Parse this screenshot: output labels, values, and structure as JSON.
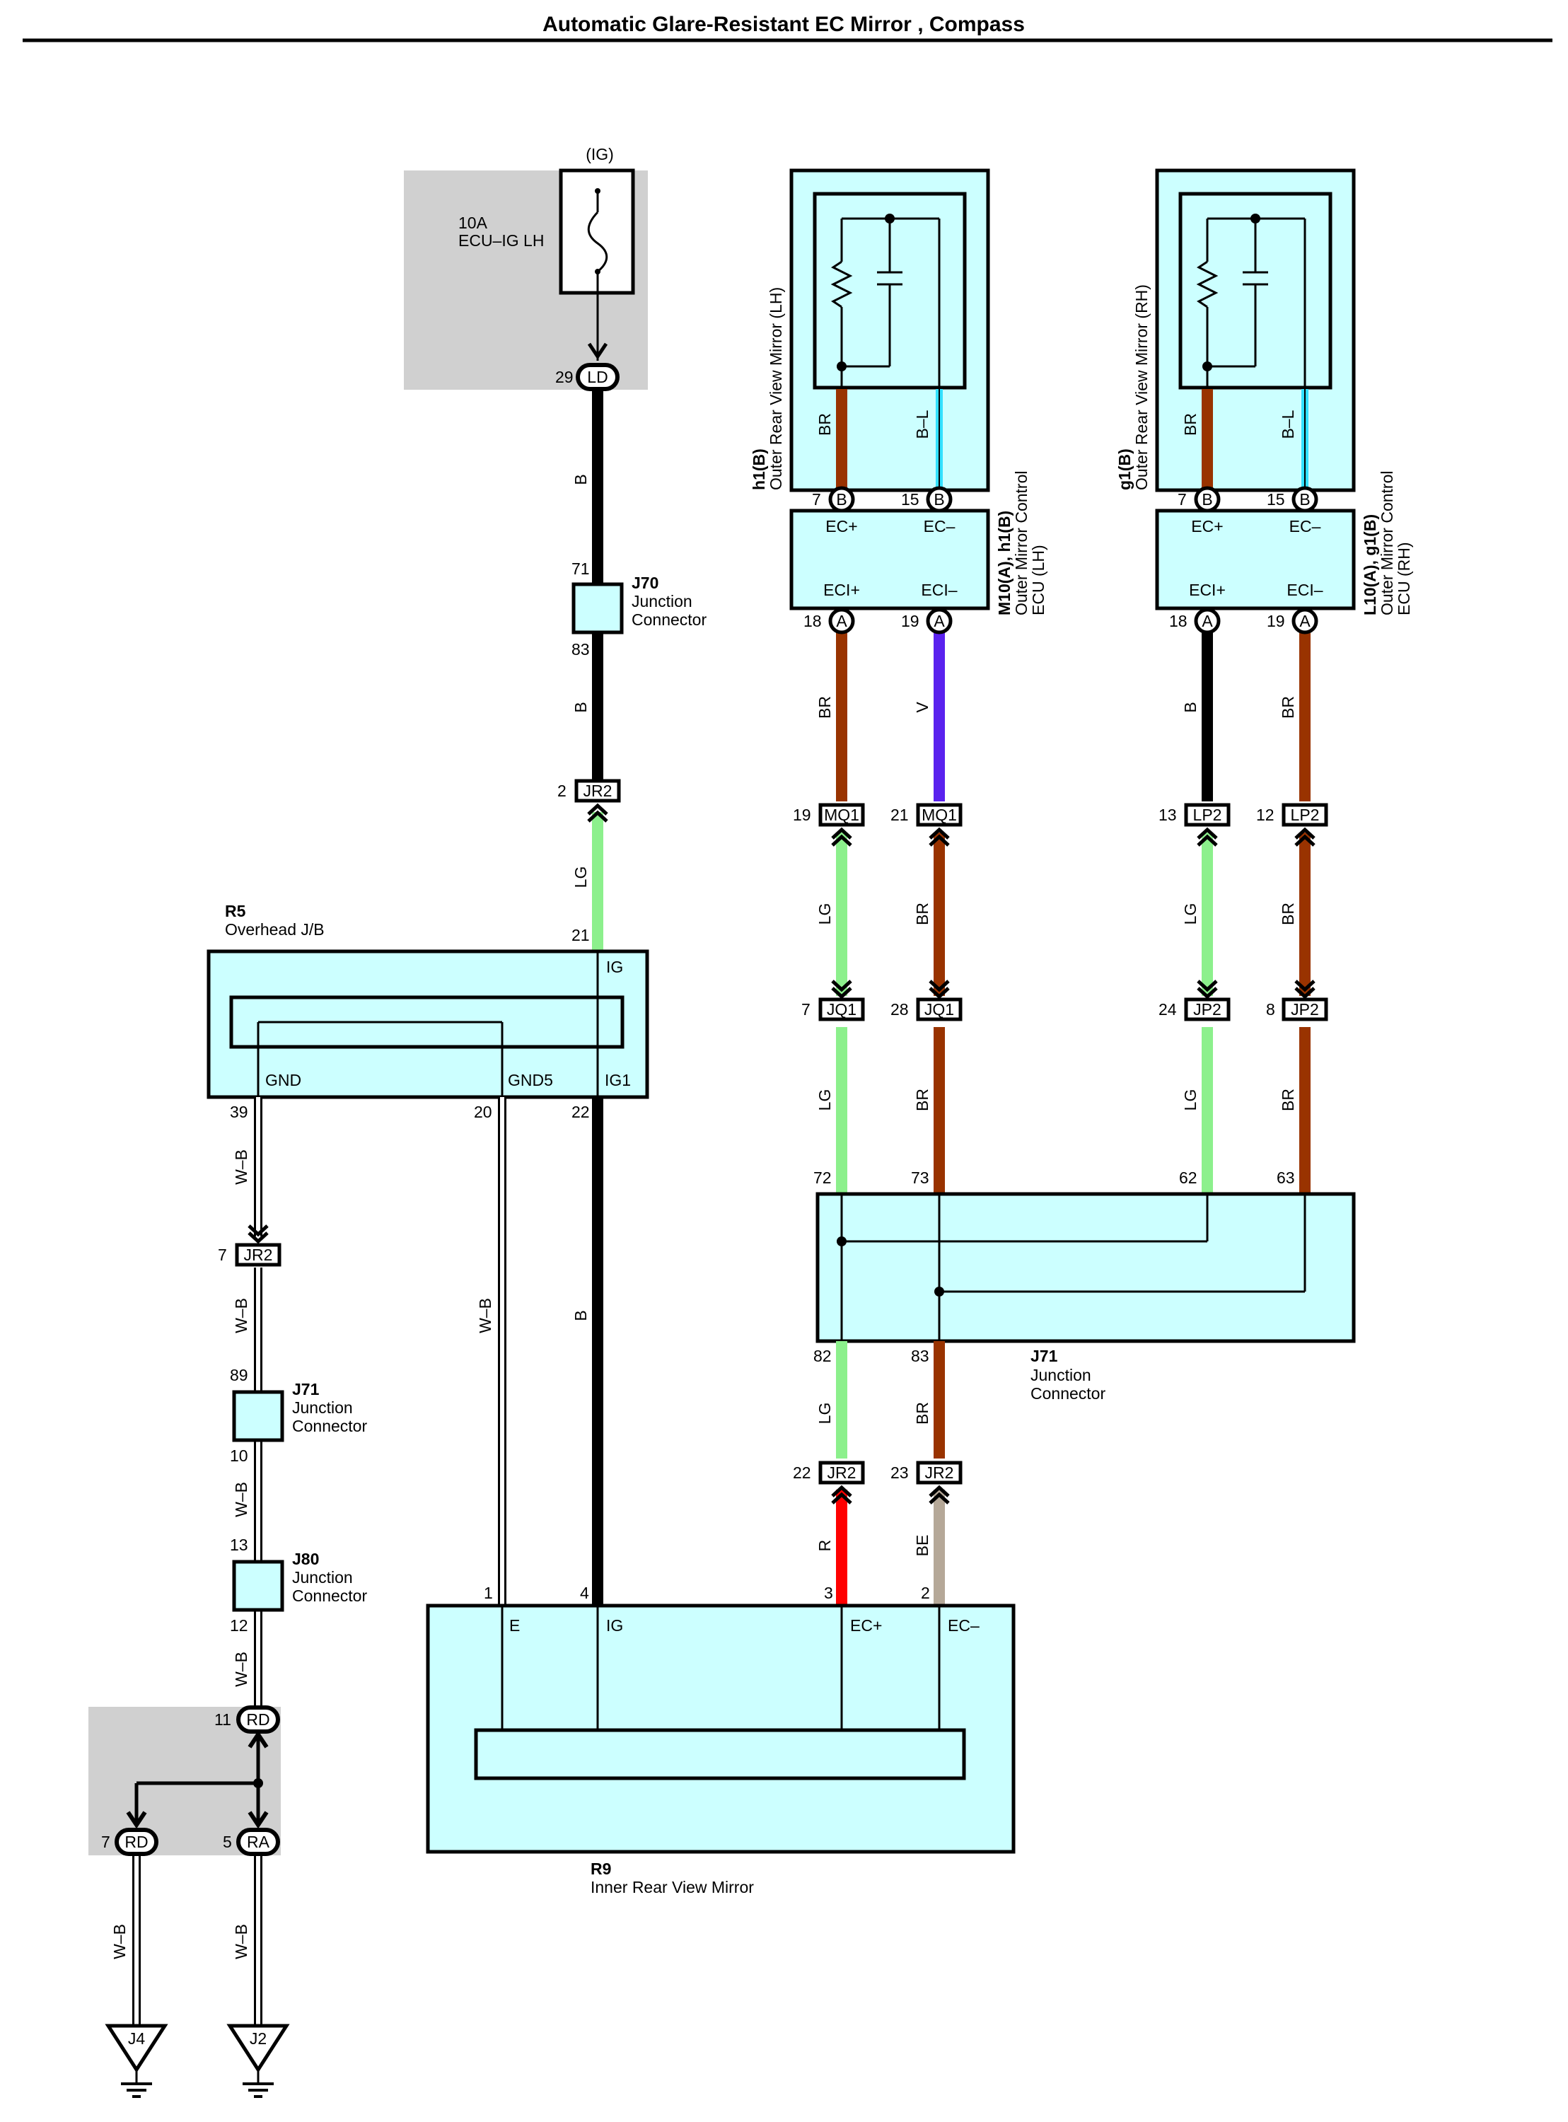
{
  "title": "Automatic Glare-Resistant EC Mirror , Compass",
  "colors": {
    "box": "#ccffff",
    "shade": "#d0d0d0",
    "B": "#000000",
    "LG": "#8cf08c",
    "BR": "#993300",
    "V": "#5a22ee",
    "R": "#ff0000",
    "BE": "#b5a898",
    "WB": "#ffffff",
    "BL": "#33e0ff"
  },
  "fuse": {
    "source": "(IG)",
    "rating": "10A",
    "name": "ECU–IG LH",
    "pin": "29",
    "connector": "LD"
  },
  "components": {
    "r5": {
      "code": "R5",
      "name": "Overhead J/B",
      "ig": "IG",
      "gnd": "GND",
      "gnd5": "GND5",
      "ig1": "IG1"
    },
    "r9": {
      "code": "R9",
      "name": "Inner Rear View Mirror",
      "e": "E",
      "ig": "IG",
      "ecp": "EC+",
      "ecm": "EC–"
    },
    "j70": {
      "code": "J70",
      "line1": "Junction",
      "line2": "Connector",
      "pin_top": "71",
      "pin_bot": "83"
    },
    "j71a": {
      "code": "J71",
      "line1": "Junction",
      "line2": "Connector",
      "pin_top": "89",
      "pin_bot": "10"
    },
    "j80": {
      "code": "J80",
      "line1": "Junction",
      "line2": "Connector",
      "pin_top": "13",
      "pin_bot": "12"
    },
    "j71b": {
      "code": "J71",
      "line1": "Junction",
      "line2": "Connector"
    },
    "mirror_lh": {
      "code": "h1(B)",
      "name": "Outer Rear View Mirror (LH)"
    },
    "mirror_rh": {
      "code": "g1(B)",
      "name": "Outer Rear View Mirror (RH)"
    },
    "ecu_lh": {
      "code": "M10(A), h1(B)",
      "line1": "Outer Mirror Control",
      "line2": "ECU (LH)",
      "ecp": "EC+",
      "ecm": "EC–",
      "ecip": "ECI+",
      "ecim": "ECI–"
    },
    "ecu_rh": {
      "code": "L10(A), g1(B)",
      "line1": "Outer Mirror Control",
      "line2": "ECU (RH)",
      "ecp": "EC+",
      "ecm": "EC–",
      "ecip": "ECI+",
      "ecim": "ECI–"
    }
  },
  "pins": {
    "jr2_2": "2",
    "r5_21": "21",
    "r5_39": "39",
    "r5_20": "20",
    "r5_22": "22",
    "jr2_7": "7",
    "rd_11": "11",
    "rd_7": "7",
    "ra_5": "5",
    "r9_1": "1",
    "r9_4": "4",
    "r9_3": "3",
    "r9_2": "2",
    "lh_7": "7",
    "lh_15": "15",
    "lh_18": "18",
    "lh_19": "19",
    "rh_7": "7",
    "rh_15": "15",
    "rh_18": "18",
    "rh_19": "19",
    "mq1_19": "19",
    "mq1_21": "21",
    "jq1_7": "7",
    "jq1_28": "28",
    "lp2_13": "13",
    "lp2_12": "12",
    "jp2_24": "24",
    "jp2_8": "8",
    "j71_72": "72",
    "j71_73": "73",
    "j71_62": "62",
    "j71_63": "63",
    "j71_82": "82",
    "j71_83": "83",
    "jr2_22": "22",
    "jr2_23": "23"
  },
  "connectors": {
    "jr2": "JR2",
    "mq1": "MQ1",
    "jq1": "JQ1",
    "lp2": "LP2",
    "jp2": "JP2",
    "rd": "RD",
    "ra": "RA",
    "b": "B",
    "a": "A"
  },
  "grounds": {
    "j4": "J4",
    "j2": "J2"
  },
  "wire_labels": {
    "b": "B",
    "lg": "LG",
    "br": "BR",
    "v": "V",
    "r": "R",
    "be": "BE",
    "wb": "W–B",
    "bl": "B–L"
  }
}
